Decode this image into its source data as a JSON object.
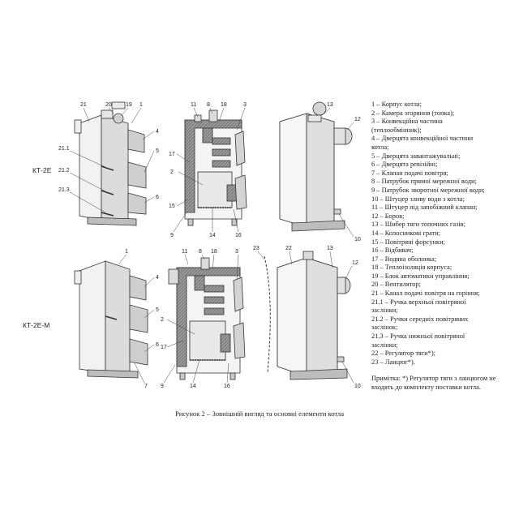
{
  "models": {
    "top": "КТ-2Е",
    "bottom": "КТ-2Е-М"
  },
  "callouts": {
    "top_left": [
      "21",
      "20",
      "19",
      "1",
      "4",
      "21.1",
      "5",
      "21.2",
      "21.3",
      "6"
    ],
    "top_middle": [
      "11",
      "8",
      "18",
      "3",
      "17",
      "2",
      "15",
      "9",
      "14",
      "16"
    ],
    "top_right": [
      "13",
      "12",
      "10"
    ],
    "bottom_left": [
      "1",
      "4",
      "5",
      "6",
      "7"
    ],
    "bottom_middle": [
      "11",
      "8",
      "18",
      "3",
      "2",
      "17",
      "9",
      "14",
      "16"
    ],
    "bottom_right": [
      "23",
      "22",
      "13",
      "12",
      "10"
    ]
  },
  "legend": [
    "1 – Корпус котла;",
    "2 – Камера згоряння (топка);",
    "3 – Конвекційна частина",
    "(теплообмінник);",
    "4 – Дверцята конвекційної частини",
    "котла;",
    "5 – Дверцята завантажувальні;",
    "6 – Дверцята ревізійні;",
    "7 – Клапан подачі повітря;",
    "8 – Патрубок прямої мережної води;",
    "9 – Патрубок зворотної мережної води;",
    "10 – Штуцер зливу води з котла;",
    "11 – Штуцер під запобіжний клапан;",
    "12 – Боров;",
    "13 – Шибер тяги топочних газів;",
    "14 – Колосникові грати;",
    "15 – Повітряні форсунки;",
    "16 – Відбивач;",
    "17 – Водяна оболонка;",
    "18 – Теплоізоляція корпуса;",
    "19 – Блок автоматики управління;",
    "20 – Вентилятор;",
    "21 – Канал подачі повітря на горіння;",
    "21.1 – Ручка верхньої повітряної",
    "заслінки;",
    "21.2 – Ручки середніх повітряних",
    "заслінок;",
    "21.3 – Ручка нижньої повітряної",
    "заслінки;",
    "22 – Регулятор тяги*);",
    "23 – Ланцюг*)."
  ],
  "note": "Примітка: *) Регулятор тяги з ланцюгом не входять до комплекту поставки котла.",
  "caption": "Рисунок 2 – Зовнішній вигляд та основні елементи котла"
}
